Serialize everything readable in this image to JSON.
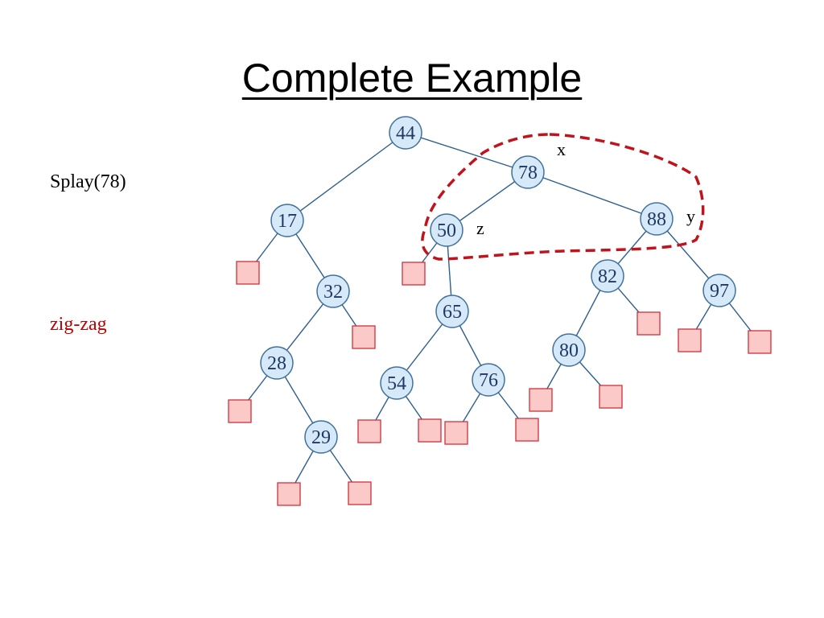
{
  "title": "Complete Example",
  "operation": "Splay(78)",
  "rotation": "zig-zag",
  "tree": {
    "nodes": [
      {
        "id": "44",
        "label": "44"
      },
      {
        "id": "17",
        "label": "17"
      },
      {
        "id": "78",
        "label": "78"
      },
      {
        "id": "32",
        "label": "32"
      },
      {
        "id": "28",
        "label": "28"
      },
      {
        "id": "29",
        "label": "29"
      },
      {
        "id": "50",
        "label": "50"
      },
      {
        "id": "65",
        "label": "65"
      },
      {
        "id": "54",
        "label": "54"
      },
      {
        "id": "76",
        "label": "76"
      },
      {
        "id": "88",
        "label": "88"
      },
      {
        "id": "82",
        "label": "82"
      },
      {
        "id": "80",
        "label": "80"
      },
      {
        "id": "97",
        "label": "97"
      }
    ],
    "edges": [
      [
        "44",
        "17"
      ],
      [
        "44",
        "78"
      ],
      [
        "17",
        "32"
      ],
      [
        "32",
        "28"
      ],
      [
        "28",
        "29"
      ],
      [
        "78",
        "50"
      ],
      [
        "78",
        "88"
      ],
      [
        "50",
        "65"
      ],
      [
        "65",
        "54"
      ],
      [
        "65",
        "76"
      ],
      [
        "88",
        "82"
      ],
      [
        "88",
        "97"
      ],
      [
        "82",
        "80"
      ]
    ],
    "leaves": [
      {
        "parent": "17"
      },
      {
        "parent": "32"
      },
      {
        "parent": "28"
      },
      {
        "parent": "29"
      },
      {
        "parent": "29"
      },
      {
        "parent": "50"
      },
      {
        "parent": "54"
      },
      {
        "parent": "54"
      },
      {
        "parent": "76"
      },
      {
        "parent": "76"
      },
      {
        "parent": "82"
      },
      {
        "parent": "80"
      },
      {
        "parent": "80"
      },
      {
        "parent": "97"
      },
      {
        "parent": "97"
      }
    ],
    "role_labels": [
      {
        "text": "x",
        "node": "78"
      },
      {
        "text": "y",
        "node": "88"
      },
      {
        "text": "z",
        "node": "50"
      }
    ]
  },
  "colors": {
    "node_fill": "#d5e9f8",
    "node_stroke": "#41719c",
    "node_text": "#1f3864",
    "edge": "#2e5f8f",
    "leaf_fill": "#fcc9c9",
    "leaf_stroke": "#d0303a",
    "highlight": "#c0141c",
    "rotation_label": "#c00000"
  }
}
